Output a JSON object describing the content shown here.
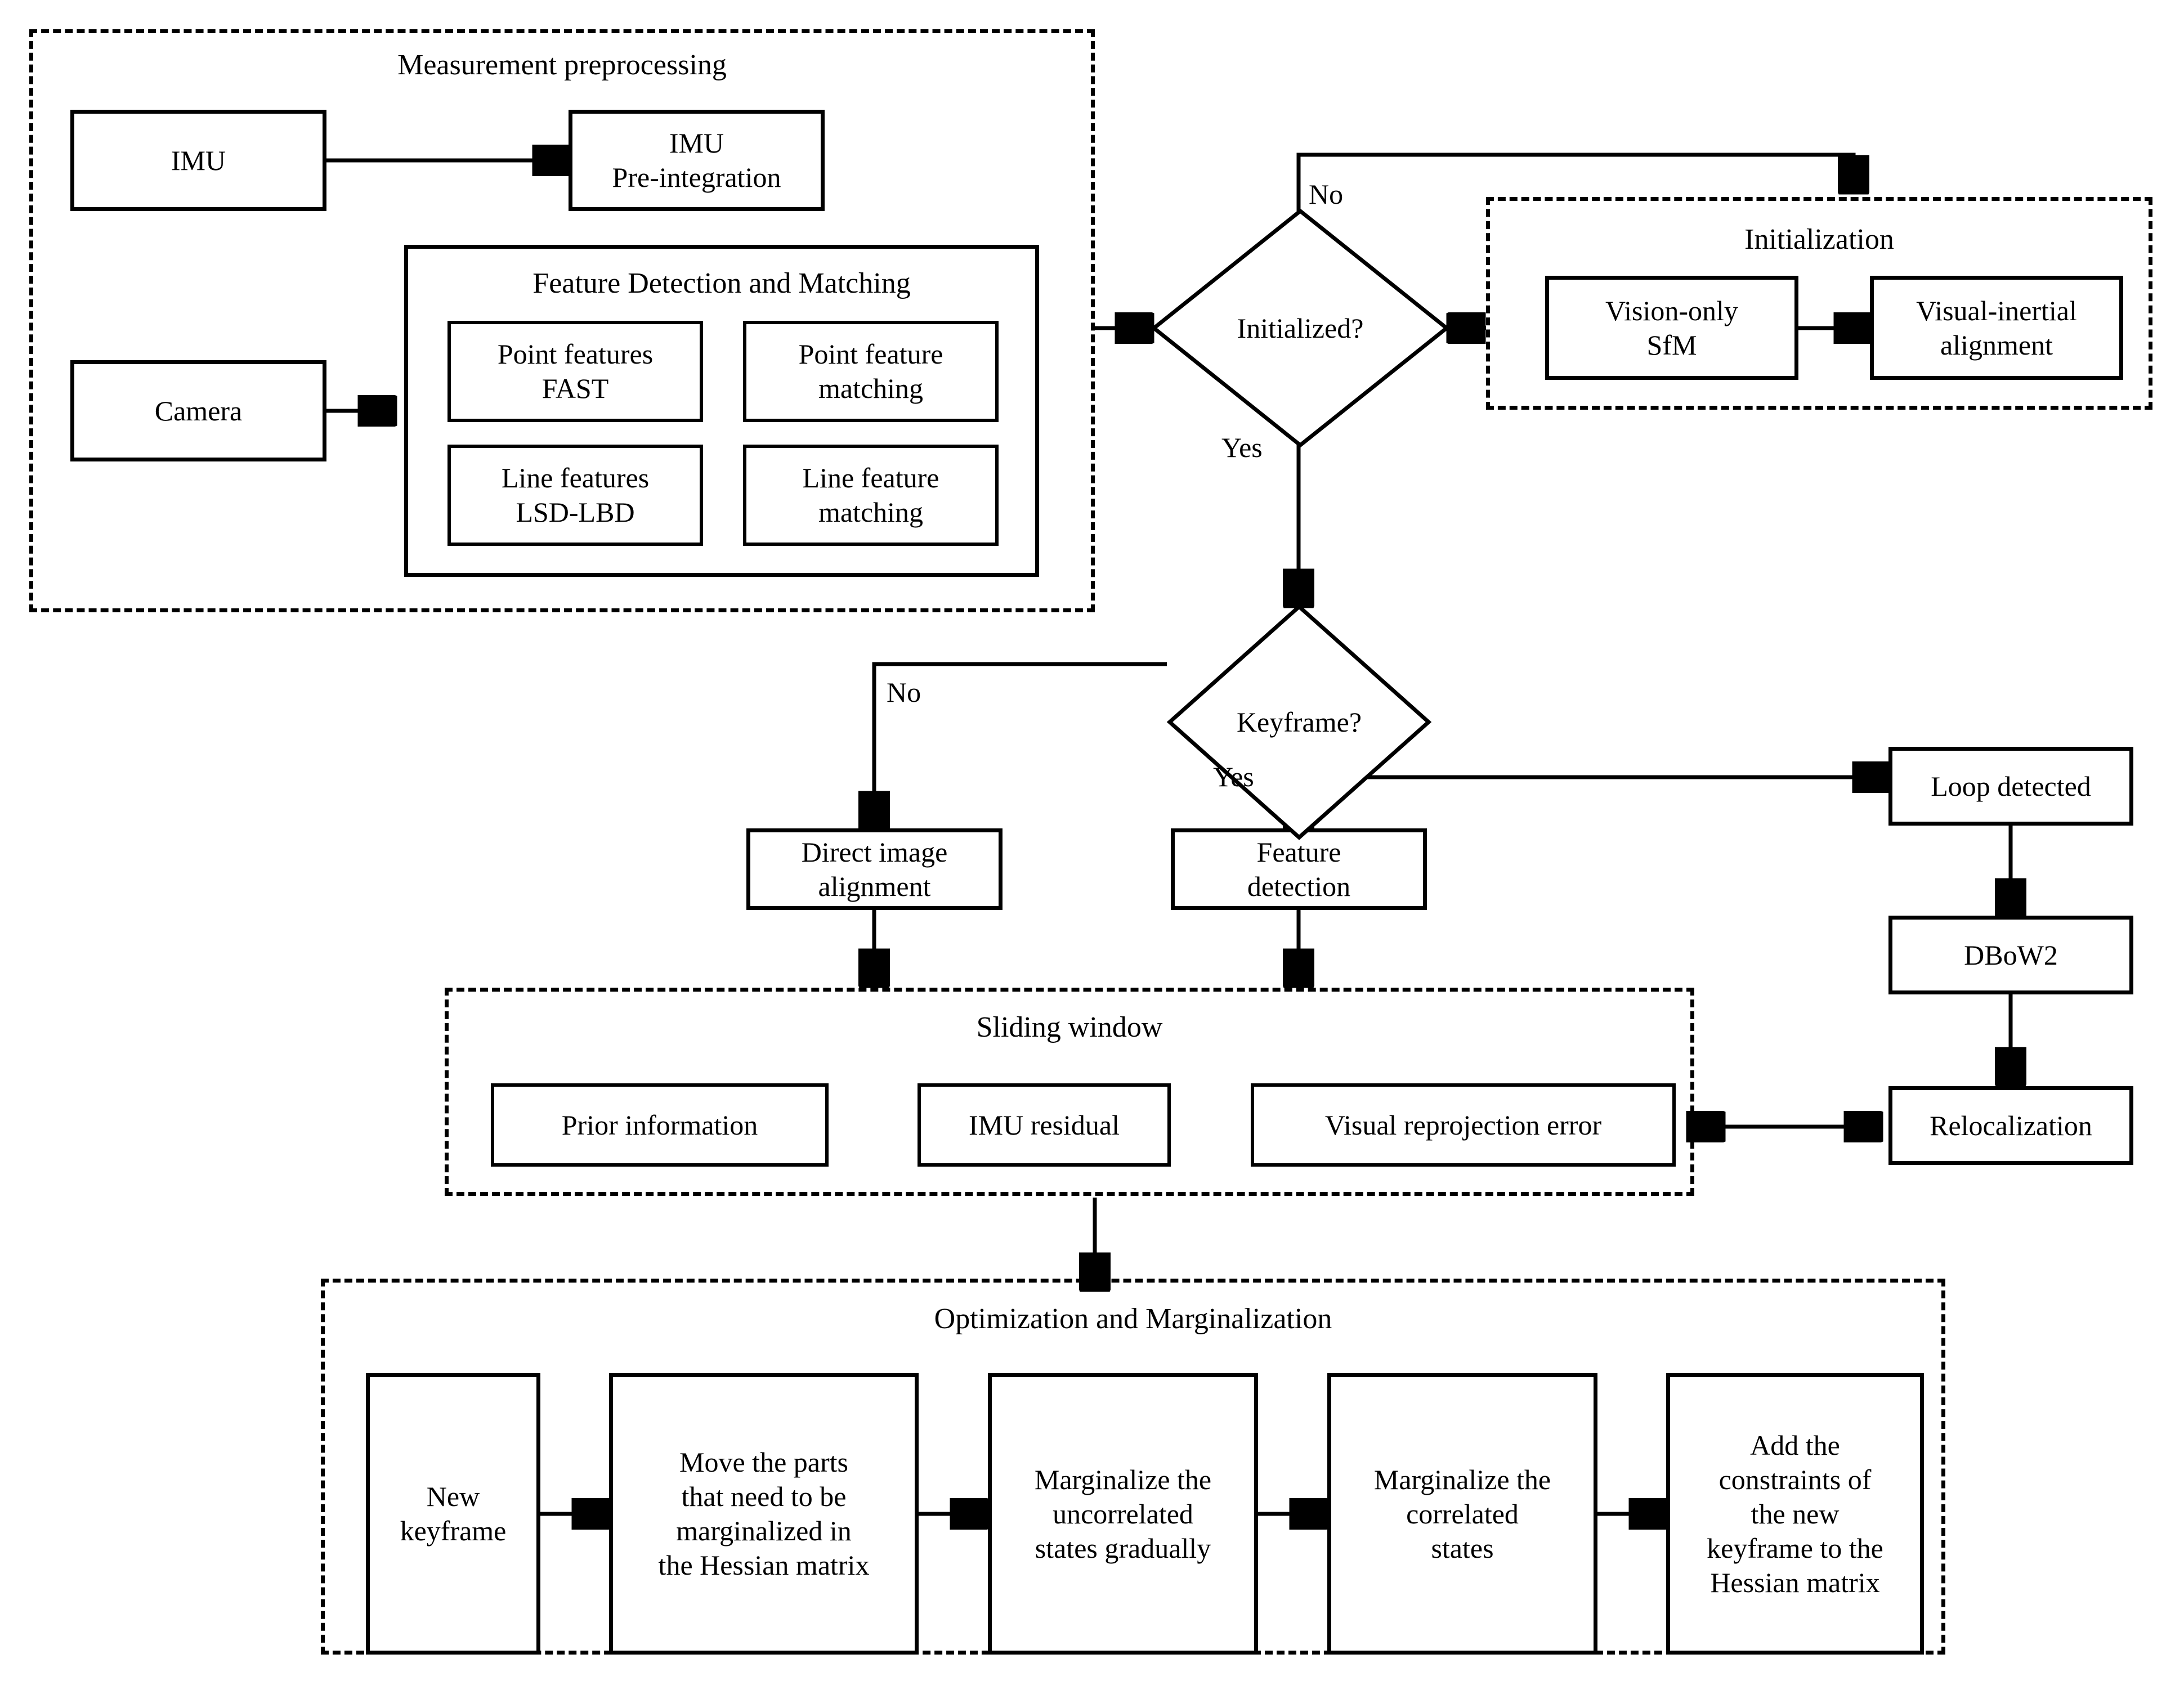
{
  "diagram": {
    "title": "Visual-inertial SLAM system pipeline flowchart",
    "type": "flowchart"
  },
  "groups": {
    "measurement_preprocessing": {
      "caption": "Measurement preprocessing"
    },
    "feature_detection": {
      "caption": "Feature Detection and Matching"
    },
    "initialization": {
      "caption": "Initialization"
    },
    "sliding_window": {
      "caption": "Sliding window"
    },
    "optimization": {
      "caption": "Optimization and Marginalization"
    }
  },
  "nodes": {
    "imu": "IMU",
    "imu_preintegration": "IMU\nPre-integration",
    "imu_preintegration_l1": "IMU",
    "imu_preintegration_l2": "Pre-integration",
    "camera": "Camera",
    "point_features": "Point features\nFAST",
    "point_features_l1": "Point features",
    "point_features_l2": "FAST",
    "point_matching_l1": "Point feature",
    "point_matching_l2": "matching",
    "line_features_l1": "Line features",
    "line_features_l2": "LSD-LBD",
    "line_matching_l1": "Line feature",
    "line_matching_l2": "matching",
    "vision_only_sfm_l1": "Vision-only",
    "vision_only_sfm_l2": "SfM",
    "visual_inertial_alignment_l1": "Visual-inertial",
    "visual_inertial_alignment_l2": "alignment",
    "direct_image_alignment_l1": "Direct image",
    "direct_image_alignment_l2": "alignment",
    "feature_detection_l1": "Feature",
    "feature_detection_l2": "detection",
    "loop_detected": "Loop detected",
    "dbow2": "DBoW2",
    "relocalization": "Relocalization",
    "prior_information": "Prior information",
    "imu_residual": "IMU residual",
    "visual_reprojection_error": "Visual reprojection error",
    "new_keyframe_l1": "New",
    "new_keyframe_l2": "keyframe",
    "move_parts_l1": "Move the parts",
    "move_parts_l2": "that need to be",
    "move_parts_l3": "marginalized in",
    "move_parts_l4": "the Hessian matrix",
    "marginalize_uncorrelated_l1": "Marginalize the",
    "marginalize_uncorrelated_l2": "uncorrelated",
    "marginalize_uncorrelated_l3": "states gradually",
    "marginalize_correlated_l1": "Marginalize the",
    "marginalize_correlated_l2": "correlated",
    "marginalize_correlated_l3": "states",
    "add_constraints_l1": "Add the",
    "add_constraints_l2": "constraints of",
    "add_constraints_l3": "the new",
    "add_constraints_l4": "keyframe to the",
    "add_constraints_l5": "Hessian matrix"
  },
  "decisions": {
    "initialized": "Initialized?",
    "keyframe": "Keyframe?"
  },
  "edge_labels": {
    "initialized_no": "No",
    "initialized_yes": "Yes",
    "keyframe_no": "No",
    "keyframe_yes": "Yes"
  },
  "colors": {
    "stroke": "#000000",
    "background": "#ffffff"
  }
}
